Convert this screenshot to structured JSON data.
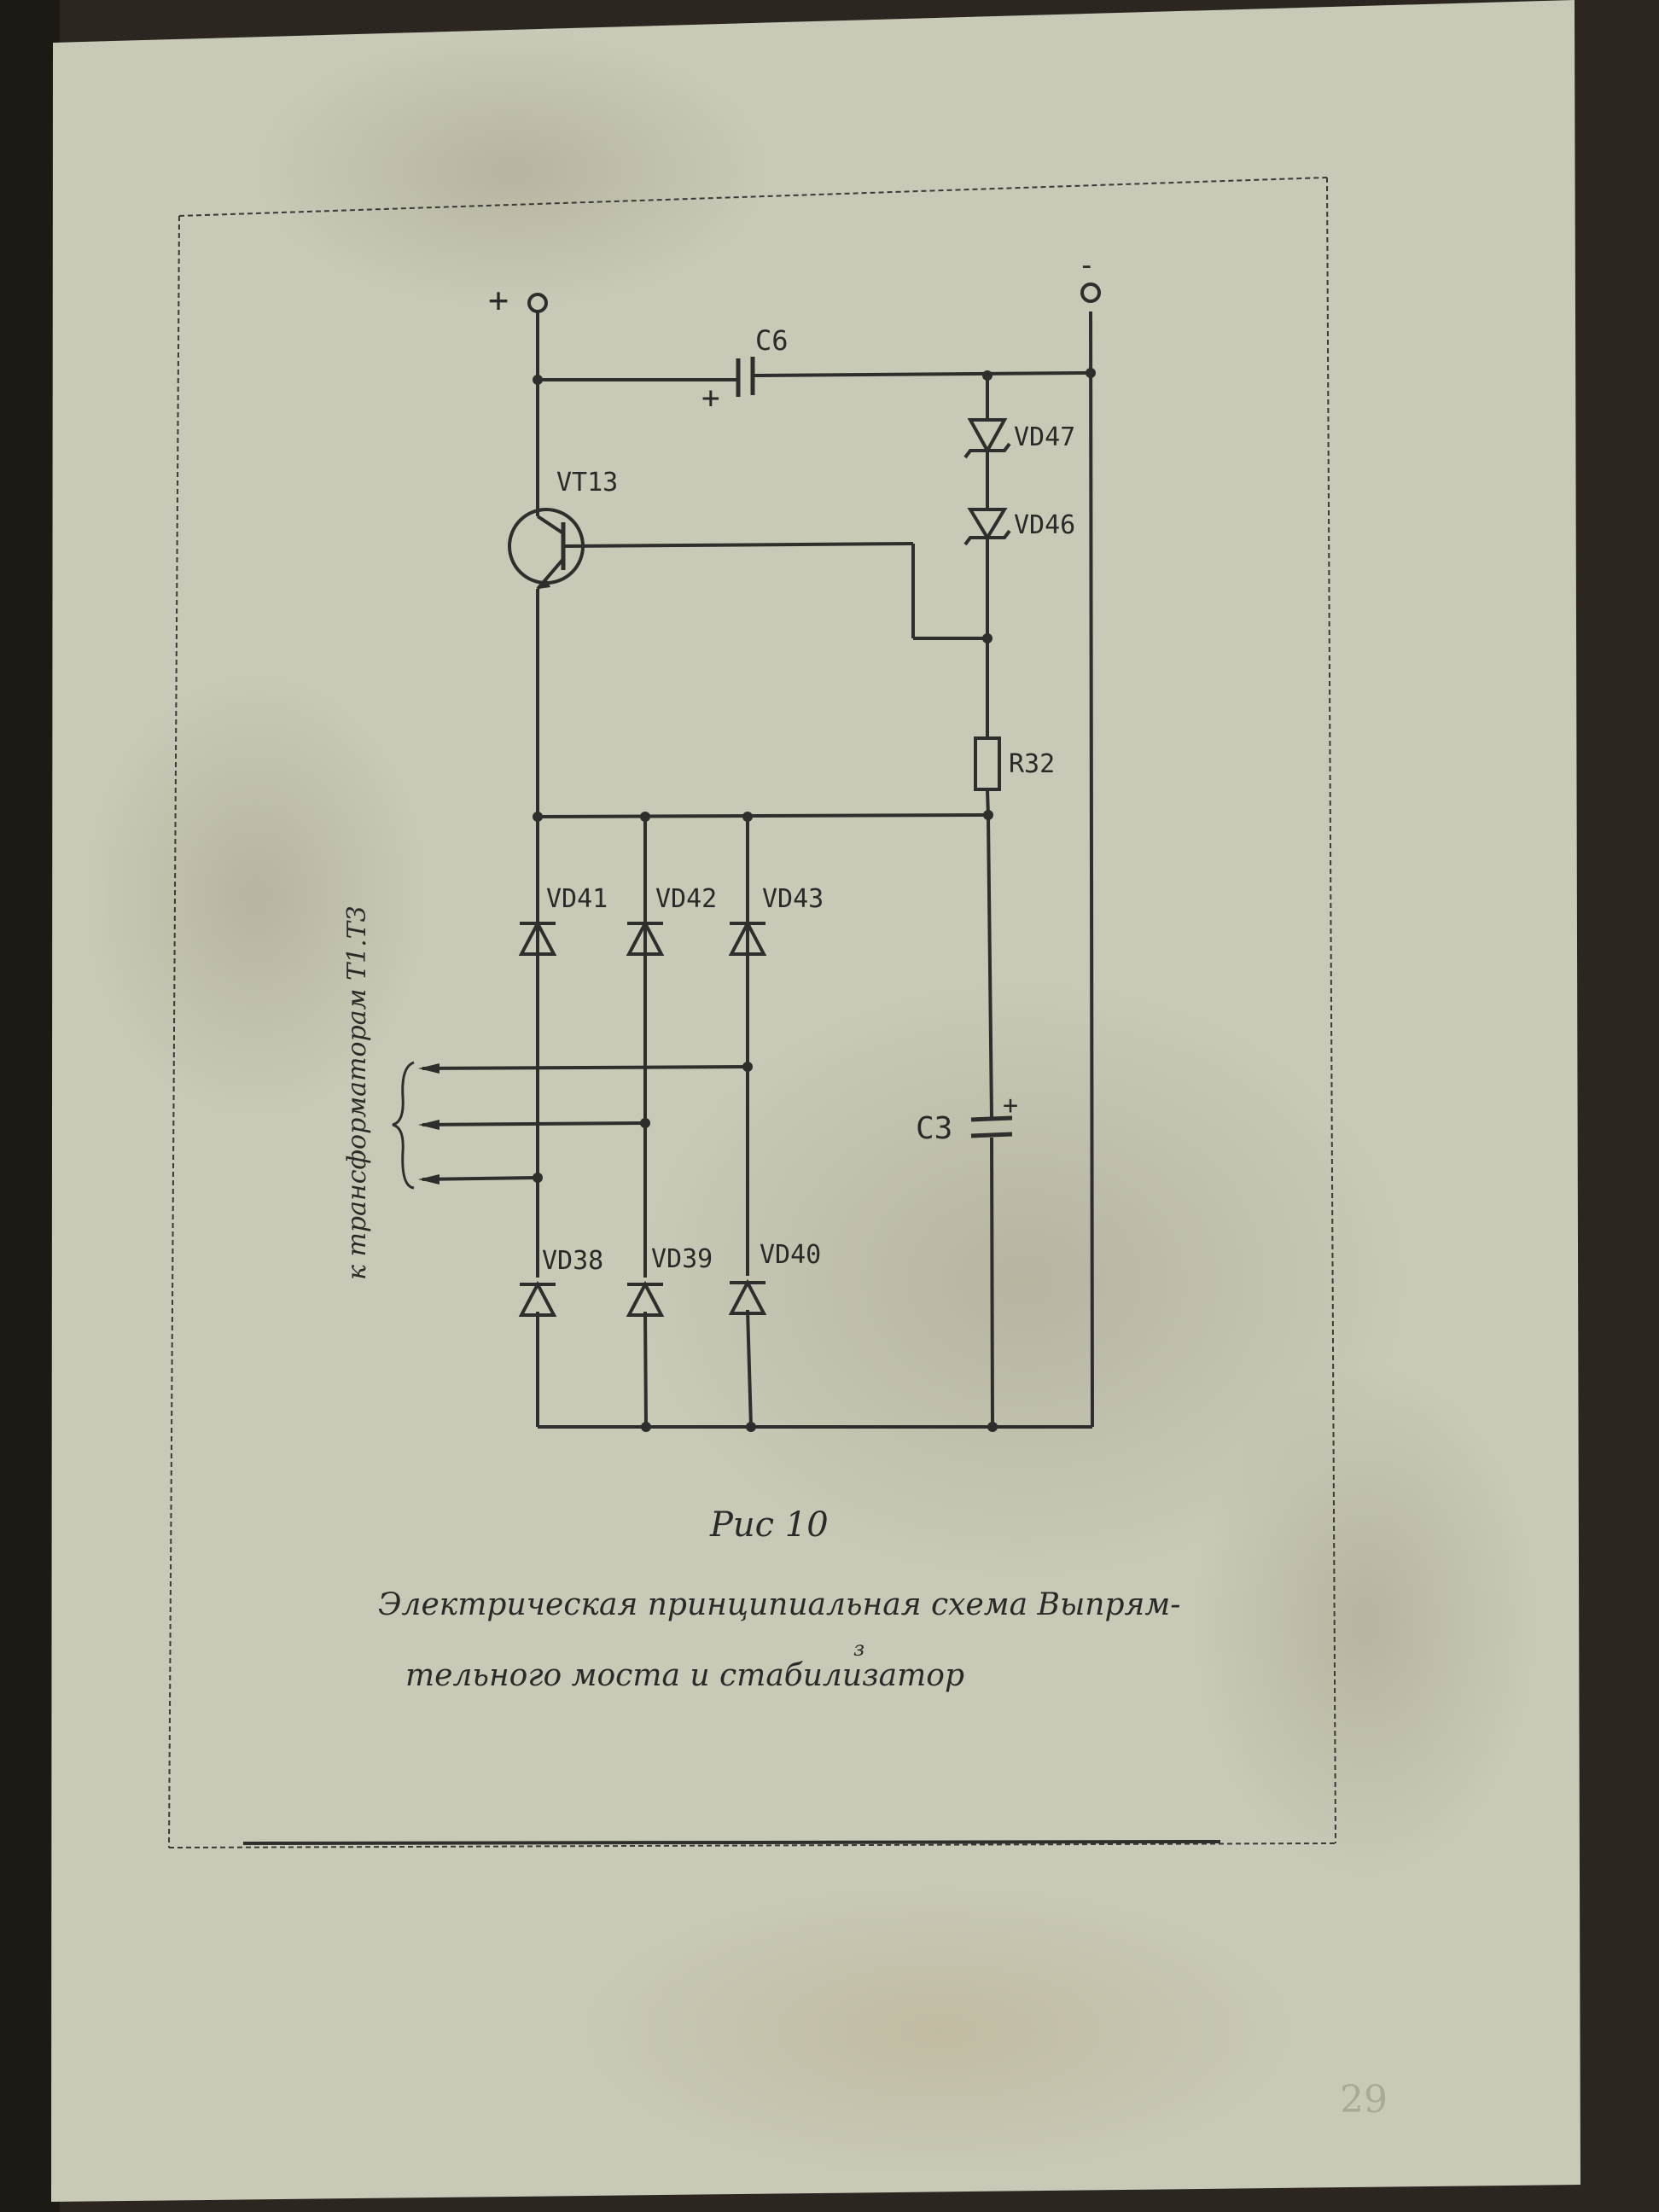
{
  "colors": {
    "paper": "#c9c9b7",
    "ink": "#2e2e2c",
    "background": "#2b2720"
  },
  "diagram": {
    "terminals": {
      "positive": "+",
      "negative": "-"
    },
    "components": {
      "c6": "C6",
      "c6_polarity": "+",
      "vt13": "VT13",
      "vd47": "VD47",
      "vd46": "VD46",
      "r32": "R32",
      "vd41": "VD41",
      "vd42": "VD42",
      "vd43": "VD43",
      "vd38": "VD38",
      "vd39": "VD39",
      "vd40": "VD40",
      "c3": "C3",
      "c3_polarity": "+"
    },
    "transformer_label": "к трансформаторам T1.T3"
  },
  "caption": {
    "figure": "Рис 10",
    "line1": "Электрическая  принципиальная схема Выпрям-",
    "line2": "тельного моста  и  стабилизатор",
    "correction": "з"
  },
  "page_number": "29"
}
